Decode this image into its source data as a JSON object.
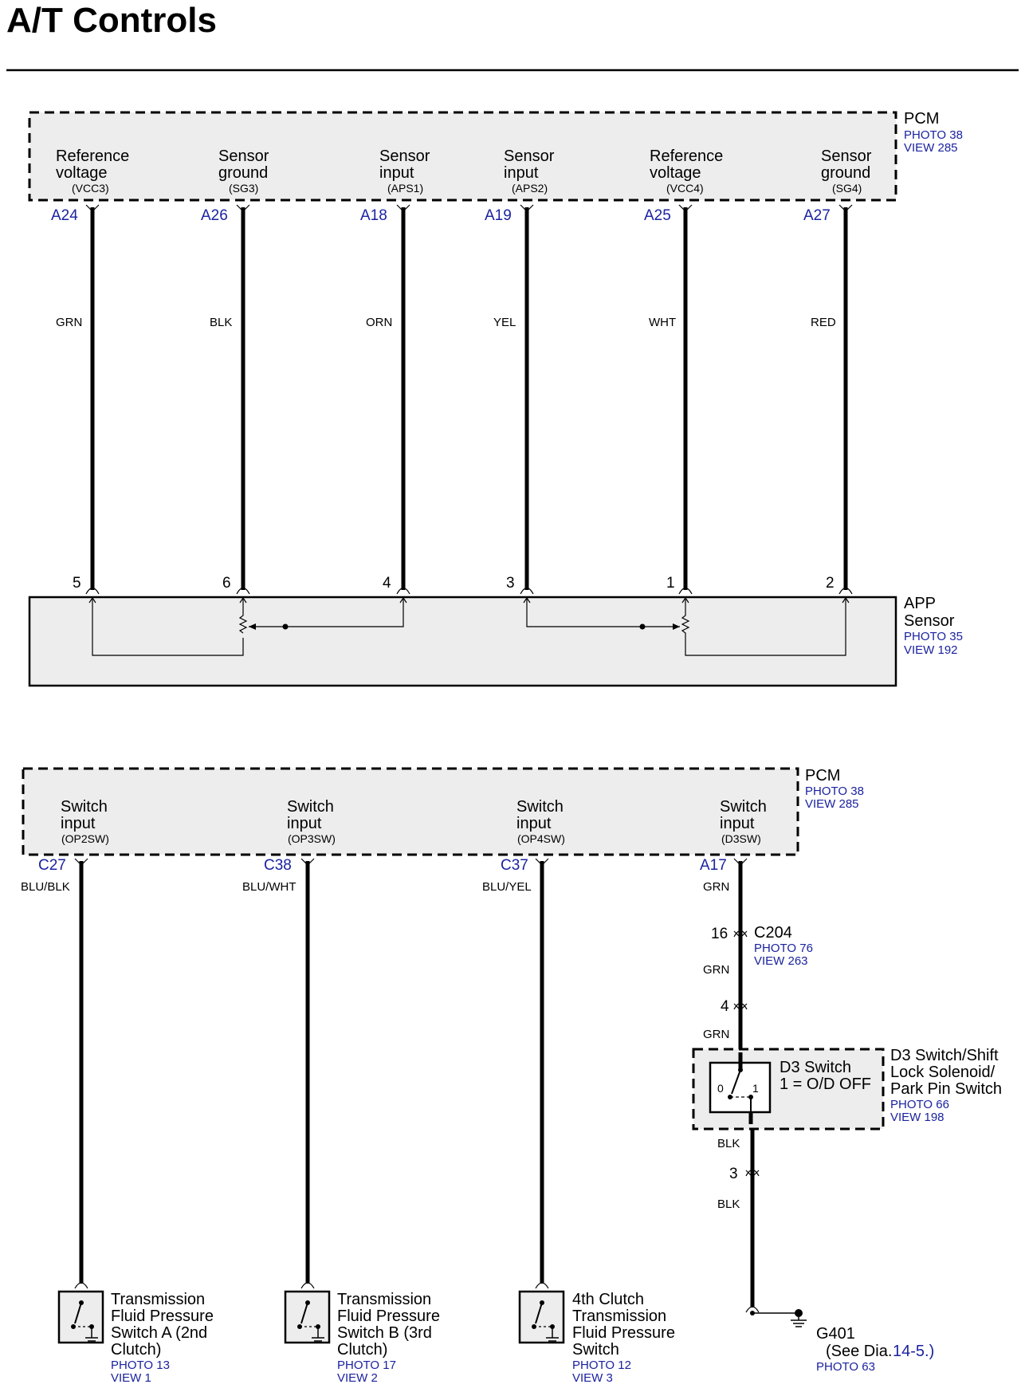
{
  "title": "A/T Controls",
  "top": {
    "pcm": {
      "name": "PCM",
      "photo": "PHOTO 38",
      "view": "VIEW 285"
    },
    "pins": [
      {
        "l1": "Reference",
        "l2": "voltage",
        "sig": "(VCC3)",
        "pin": "A24",
        "wire": "GRN",
        "num": "5"
      },
      {
        "l1": "Sensor",
        "l2": "ground",
        "sig": "(SG3)",
        "pin": "A26",
        "wire": "BLK",
        "num": "6"
      },
      {
        "l1": "Sensor",
        "l2": "input",
        "sig": "(APS1)",
        "pin": "A18",
        "wire": "ORN",
        "num": "4"
      },
      {
        "l1": "Sensor",
        "l2": "input",
        "sig": "(APS2)",
        "pin": "A19",
        "wire": "YEL",
        "num": "3"
      },
      {
        "l1": "Reference",
        "l2": "voltage",
        "sig": "(VCC4)",
        "pin": "A25",
        "wire": "WHT",
        "num": "1"
      },
      {
        "l1": "Sensor",
        "l2": "ground",
        "sig": "(SG4)",
        "pin": "A27",
        "wire": "RED",
        "num": "2"
      }
    ],
    "app": {
      "l1": "APP",
      "l2": "Sensor",
      "photo": "PHOTO 35",
      "view": "VIEW 192"
    }
  },
  "bottom": {
    "pcm": {
      "name": "PCM",
      "photo": "PHOTO 38",
      "view": "VIEW 285"
    },
    "pins": [
      {
        "l1": "Switch",
        "l2": "input",
        "sig": "(OP2SW)",
        "pin": "C27",
        "wire": "BLU/BLK"
      },
      {
        "l1": "Switch",
        "l2": "input",
        "sig": "(OP3SW)",
        "pin": "C38",
        "wire": "BLU/WHT"
      },
      {
        "l1": "Switch",
        "l2": "input",
        "sig": "(OP4SW)",
        "pin": "C37",
        "wire": "BLU/YEL"
      },
      {
        "l1": "Switch",
        "l2": "input",
        "sig": "(D3SW)",
        "pin": "A17",
        "wire": "GRN"
      }
    ],
    "c204": {
      "name": "C204",
      "pin": "16",
      "photo": "PHOTO 76",
      "view": "VIEW 263",
      "wire_after": "GRN"
    },
    "pin4": {
      "num": "4",
      "wire_after": "GRN"
    },
    "d3": {
      "inner1": "D3 Switch",
      "inner2": "1 = O/D OFF",
      "pos0": "0",
      "pos1": "1",
      "l1": "D3 Switch/Shift",
      "l2": "Lock Solenoid/",
      "l3": "Park Pin Switch",
      "photo": "PHOTO 66",
      "view": "VIEW 198",
      "wire_after": "BLK"
    },
    "pin3": {
      "num": "3",
      "wire_after": "BLK"
    },
    "switches": [
      {
        "l1": "Transmission",
        "l2": "Fluid Pressure",
        "l3": "Switch A (2nd",
        "l4": "Clutch)",
        "photo": "PHOTO 13",
        "view": "VIEW 1"
      },
      {
        "l1": "Transmission",
        "l2": "Fluid Pressure",
        "l3": "Switch B (3rd",
        "l4": "Clutch)",
        "photo": "PHOTO 17",
        "view": "VIEW 2"
      },
      {
        "l1": "4th Clutch",
        "l2": "Transmission",
        "l2b": "",
        "l3": "Fluid Pressure",
        "l4": "Switch",
        "photo": "PHOTO 12",
        "view": "VIEW 3"
      }
    ],
    "ground": {
      "name": "G401",
      "see": "(See Dia.",
      "dia": "14-5.)",
      "photo": "PHOTO 63"
    }
  }
}
